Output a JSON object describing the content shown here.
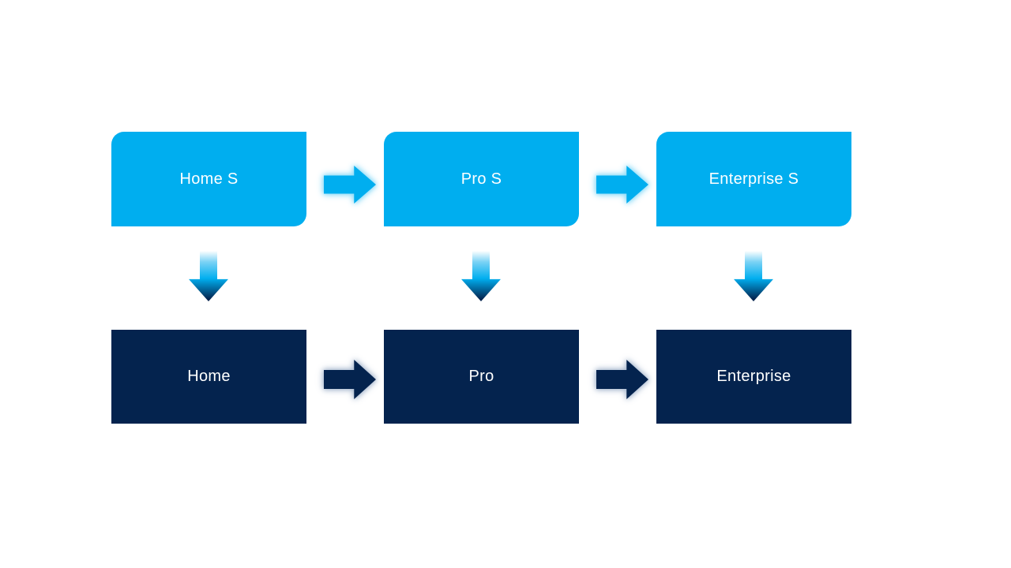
{
  "page": {
    "background": "#FFFFFF"
  },
  "diagram": {
    "type": "upgrade-flow",
    "columns": [
      {
        "top": {
          "label": "Home S"
        },
        "bottom": {
          "label": "Home"
        }
      },
      {
        "top": {
          "label": "Pro S"
        },
        "bottom": {
          "label": "Pro"
        }
      },
      {
        "top": {
          "label": "Enterprise S"
        },
        "bottom": {
          "label": "Enterprise"
        }
      }
    ],
    "colors": {
      "top_box_fill": "#00AEEF",
      "bottom_box_fill": "#04234E",
      "label_text": "#FFFFFF",
      "top_arrow_fill": "#00AEEF",
      "top_arrow_glow": "#8FDCF8",
      "bottom_arrow_fill": "#04234E",
      "bottom_arrow_glow": "#AEBDD2",
      "down_arrow_gradient": [
        "#FFFFFF 0%",
        "#7AD2F5 22%",
        "#00AEEF 55%",
        "#04234E 96%"
      ]
    }
  }
}
